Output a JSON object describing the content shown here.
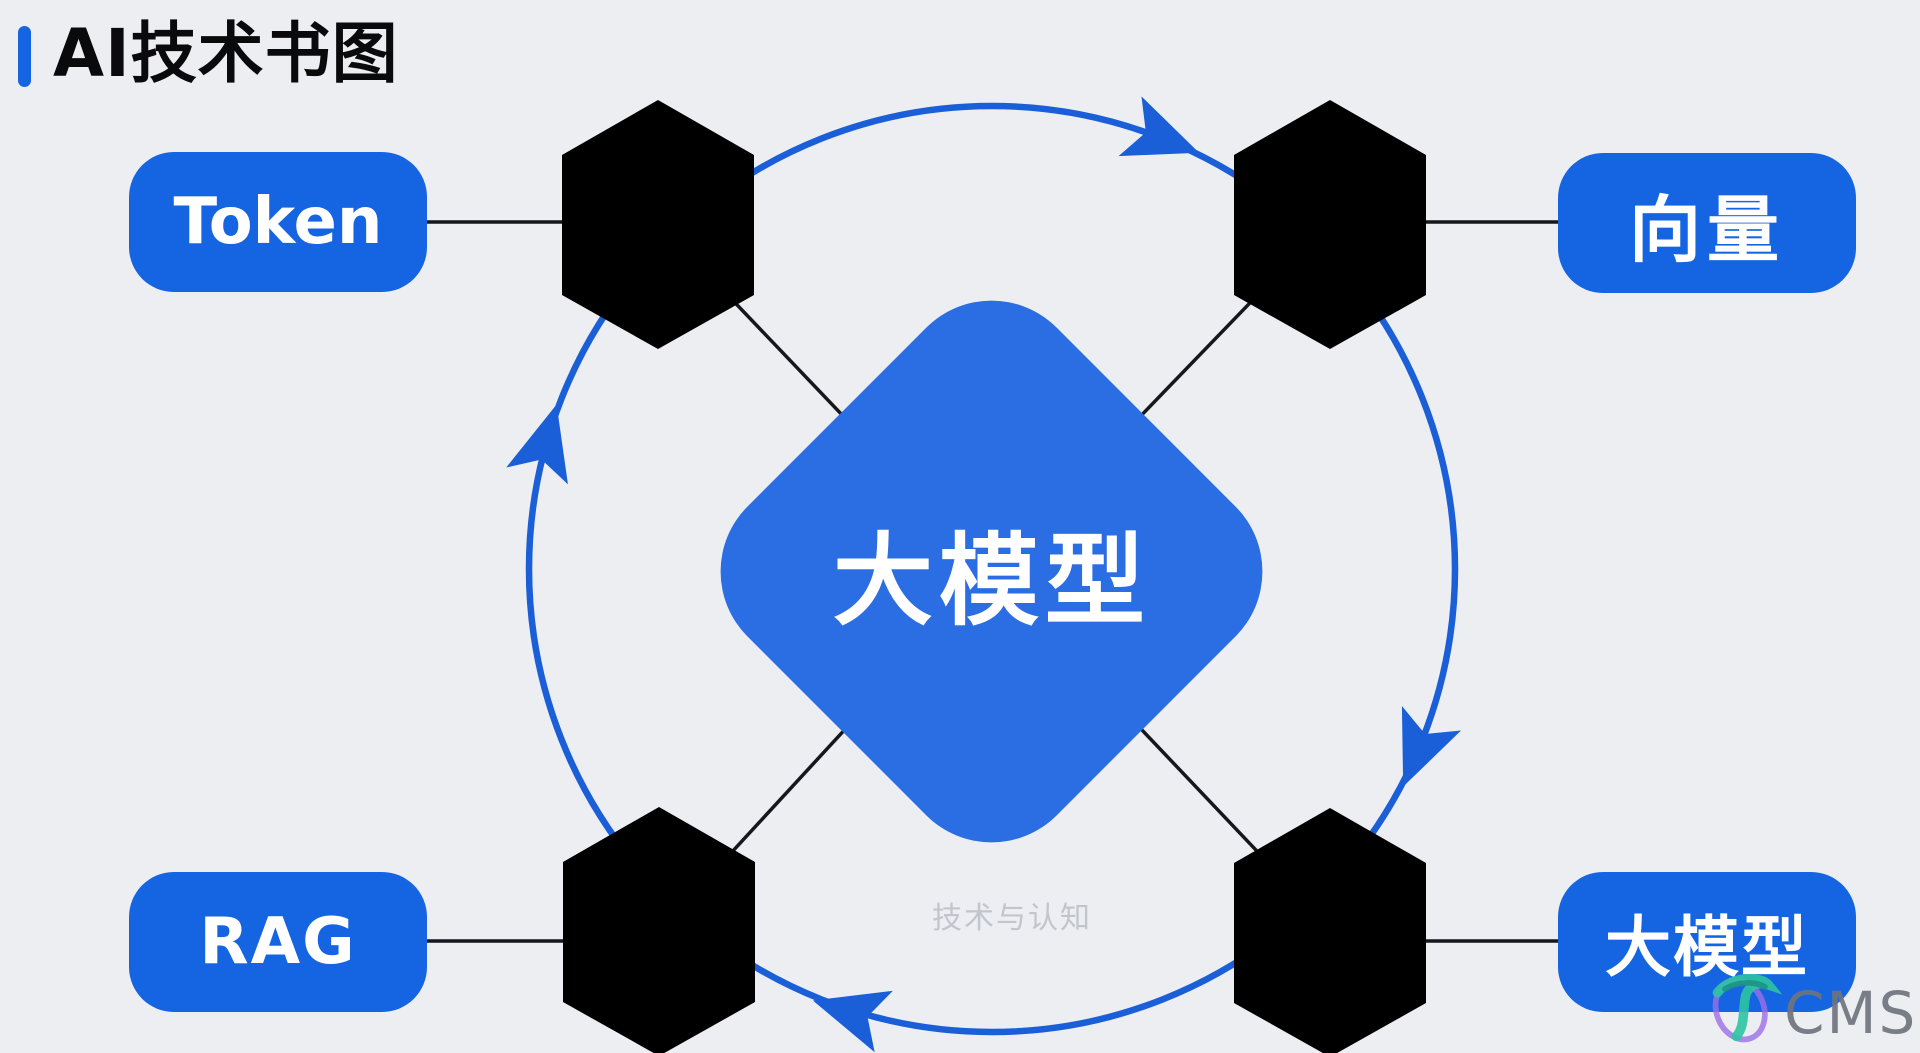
{
  "header": {
    "title": "AI技术书图"
  },
  "diagram": {
    "center_node": {
      "label": "大模型"
    },
    "nodes": {
      "top_left": {
        "label": "Token"
      },
      "top_right": {
        "label": "向量"
      },
      "bottom_left": {
        "label": "RAG"
      },
      "bottom_right": {
        "label": "大模型"
      }
    },
    "flow": {
      "direction": "clockwise",
      "arrow_count": 4
    }
  },
  "watermarks": {
    "center": "技术与认知",
    "brand": "CMS"
  },
  "colors": {
    "background": "#eceef2",
    "accent_blue": "#1565e2",
    "diamond_blue": "#2b6de2",
    "cube_stroke": "#1a60d8",
    "circle_stroke": "#1a5fd8",
    "connector": "#15171c",
    "title_text": "#0a0a0c",
    "watermark_gray": "#c2c5cc",
    "brand_gray": "#6f747d"
  }
}
